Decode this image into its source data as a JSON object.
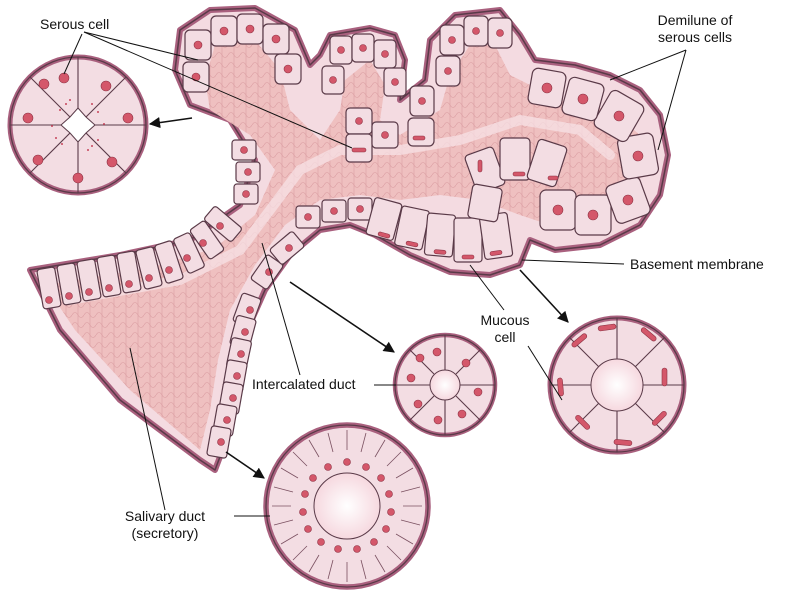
{
  "labels": {
    "serous_cell": "Serous cell",
    "demilune_line1": "Demilune of",
    "demilune_line2": "serous cells",
    "basement_membrane": "Basement membrane",
    "mucous_line1": "Mucous",
    "mucous_line2": "cell",
    "intercalated_duct": "Intercalated duct",
    "salivary_line1": "Salivary duct",
    "salivary_line2": "(secretory)"
  },
  "colors": {
    "cell_fill": "#f3dde3",
    "cell_outline": "#5a3a48",
    "nucleus": "#d4576a",
    "basement_membrane": "#a9607e",
    "connective_tissue": "#efc0c0",
    "lumen": "#fbeef0"
  }
}
